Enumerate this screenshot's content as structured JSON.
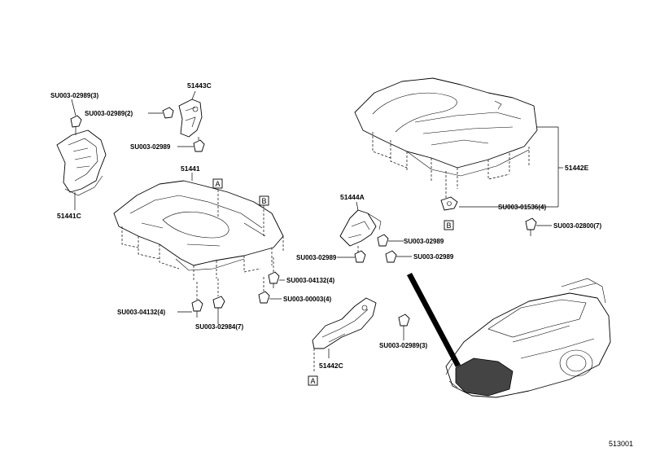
{
  "labels": {
    "p51443C": "51443C",
    "p51441": "51441",
    "p51441C": "51441C",
    "p51444A": "51444A",
    "p51442C": "51442C",
    "p51442E": "51442E",
    "s02989_3_top": "SU003-02989(3)",
    "s02989_2": "SU003-02989(2)",
    "s02989_a": "SU003-02989",
    "s02989_b": "SU003-02989",
    "s02989_c": "SU003-02989",
    "s02989_d": "SU003-02989",
    "s04132_4_a": "SU003-04132(4)",
    "s00003_4": "SU003-00003(4)",
    "s04132_4_b": "SU003-04132(4)",
    "s02984_7": "SU003-02984(7)",
    "s02989_3_bot": "SU003-02989(3)",
    "s01536_4": "SU003-01536(4)",
    "s02800_7": "SU003-02800(7)"
  },
  "ref_boxes": {
    "a1": "A",
    "b1": "B",
    "b2": "B",
    "a2": "A"
  },
  "figure_number": "513001"
}
